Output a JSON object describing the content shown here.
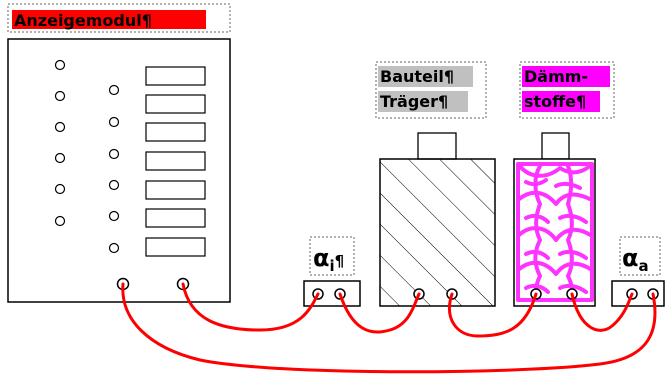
{
  "labels": {
    "display_module": "Anzeigemodul¶",
    "component_line1": "Bauteil¶",
    "component_line2": "Träger¶",
    "insulation_line1": "Dämm-",
    "insulation_line2": "stoffe¶",
    "alpha_inner_symbol": "α",
    "alpha_inner_sub": "i",
    "alpha_inner_mark": "¶",
    "alpha_outer_symbol": "α",
    "alpha_outer_sub": "a"
  },
  "colors": {
    "display_label_bg": "#ff0000",
    "component_label_bg": "#c0c0c0",
    "insulation_label_bg": "#ff00ff",
    "insulation_fill": "#ff33ff",
    "wire": "#ff0000",
    "outline": "#000000"
  },
  "icons": {
    "connector": "small-circle-terminal",
    "indicator": "small-circle-led",
    "display_window": "rectangle"
  }
}
